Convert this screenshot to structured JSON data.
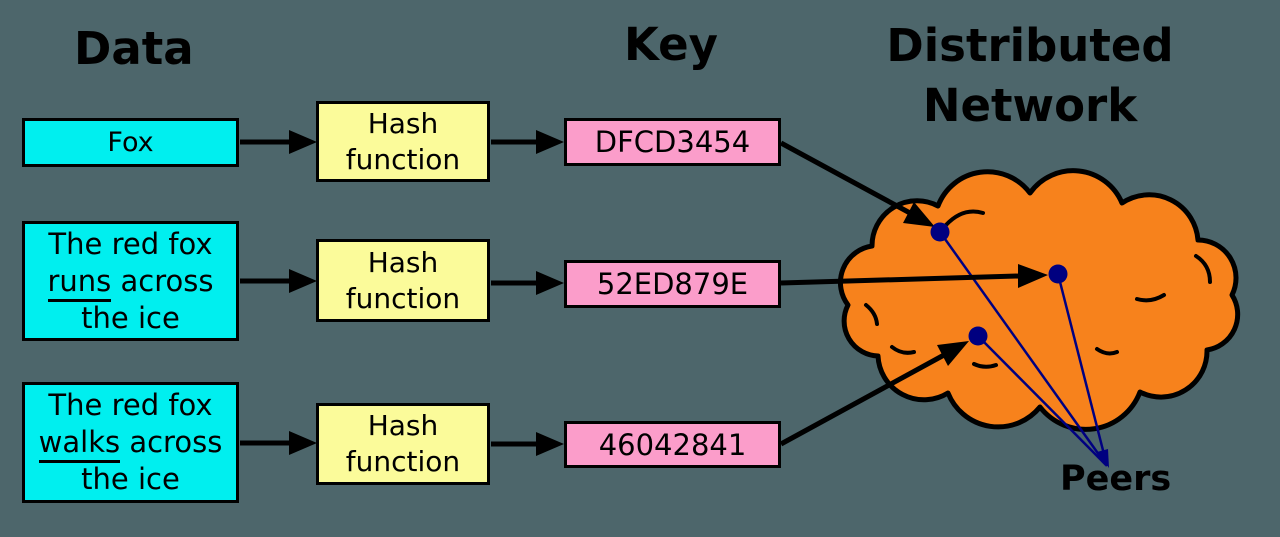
{
  "title": "Distributed hash table diagram",
  "colors": {
    "background": "#4D666B",
    "data_box_fill": "#00EFEF",
    "hash_box_fill": "#FBFB9A",
    "key_box_fill": "#FB9DCA",
    "cloud_fill": "#F7821C",
    "peer_color": "#000080",
    "outline": "#000000"
  },
  "headings": {
    "data": "Data",
    "key": "Key",
    "network_line1": "Distributed",
    "network_line2": "Network",
    "peers": "Peers"
  },
  "data_boxes": [
    {
      "text": "Fox"
    },
    {
      "line1": "The red fox",
      "underlined_word": "runs",
      "line2_rest": " across",
      "line3": "the ice"
    },
    {
      "line1": "The red fox",
      "underlined_word": "walks",
      "line2_rest": " across",
      "line3": "the ice"
    }
  ],
  "hash_box": {
    "line1": "Hash",
    "line2": "function"
  },
  "key_boxes": [
    {
      "value": "DFCD3454"
    },
    {
      "value": "52ED879E"
    },
    {
      "value": "46042841"
    }
  ]
}
